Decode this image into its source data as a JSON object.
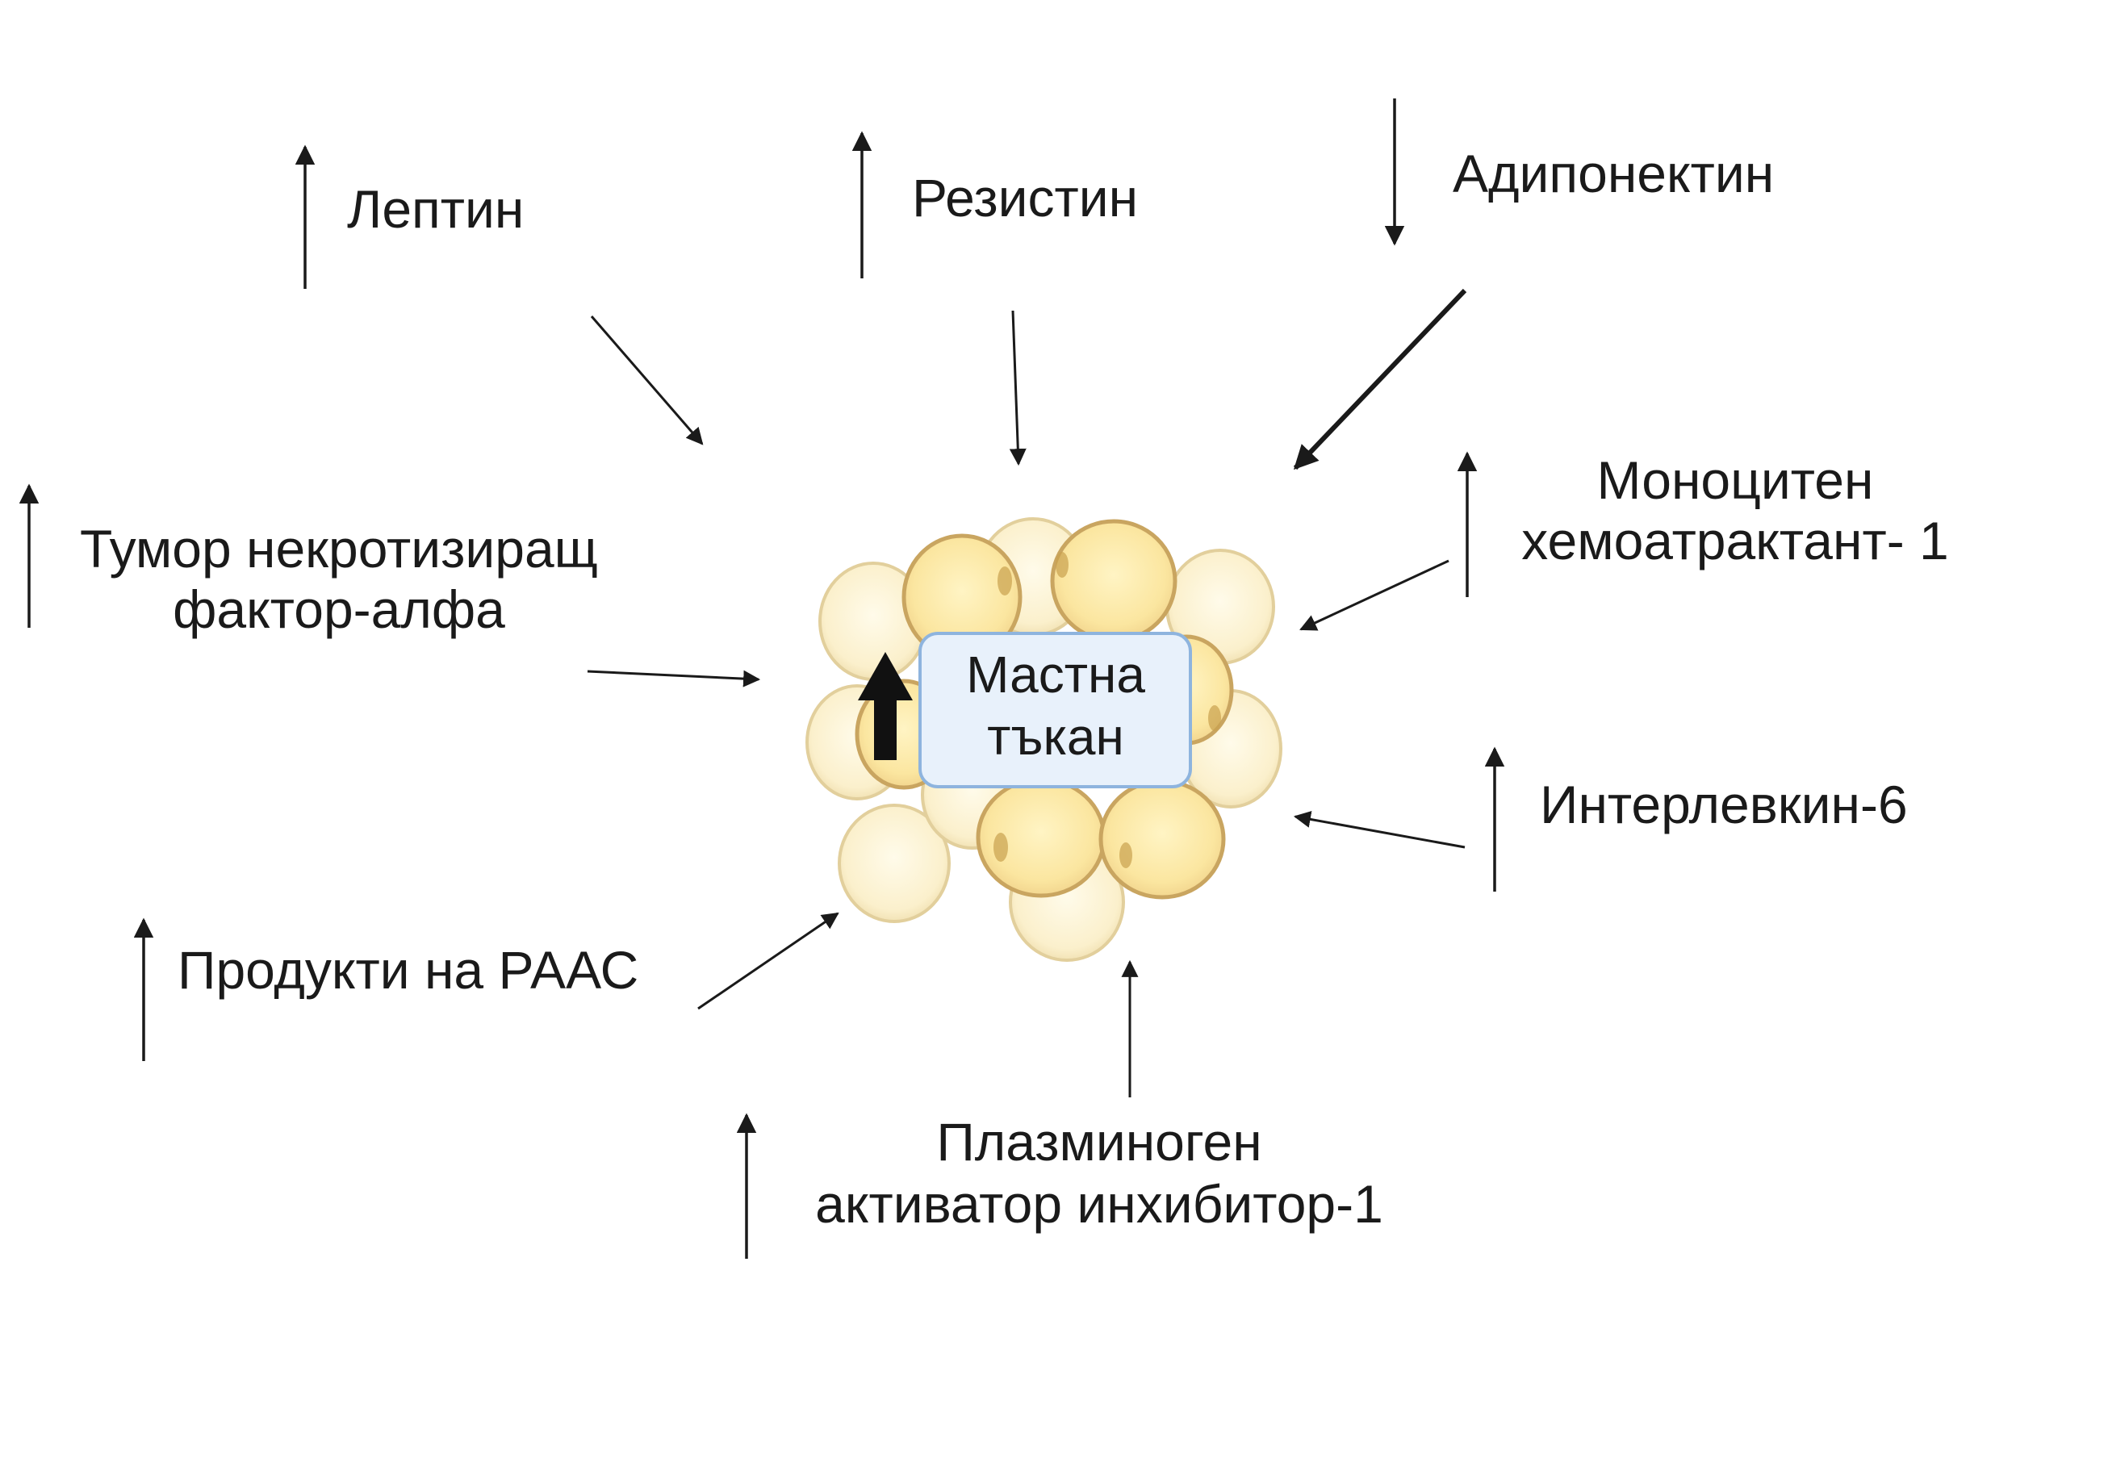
{
  "center": {
    "label_line1": "Мастна",
    "label_line2": "тъкан",
    "trend": "up"
  },
  "factors": [
    {
      "id": "leptin",
      "line1": "Лептин",
      "trend": "up"
    },
    {
      "id": "resistin",
      "line1": "Резистин",
      "trend": "up"
    },
    {
      "id": "adiponectin",
      "line1": "Адипонектин",
      "trend": "down"
    },
    {
      "id": "tnf",
      "line1": "Тумор некротизиращ",
      "line2": "фактор-алфа",
      "trend": "up"
    },
    {
      "id": "mcp1",
      "line1": "Моноцитен",
      "line2": "хемоатрактант- 1",
      "trend": "up"
    },
    {
      "id": "il6",
      "line1": "Интерлевкин-6",
      "trend": "up"
    },
    {
      "id": "raas",
      "line1": "Продукти на РААС",
      "trend": "up"
    },
    {
      "id": "pai1",
      "line1": "Плазминоген",
      "line2": "активатор инхибитор-1",
      "trend": "up"
    }
  ],
  "colors": {
    "cell_fill": "#fbe7a6",
    "cell_light": "#fdf3d2",
    "cell_stroke": "#dcc083",
    "box_fill": "#e8f1fb",
    "box_stroke": "#8eb4de",
    "arrow": "#1a1a1a"
  }
}
